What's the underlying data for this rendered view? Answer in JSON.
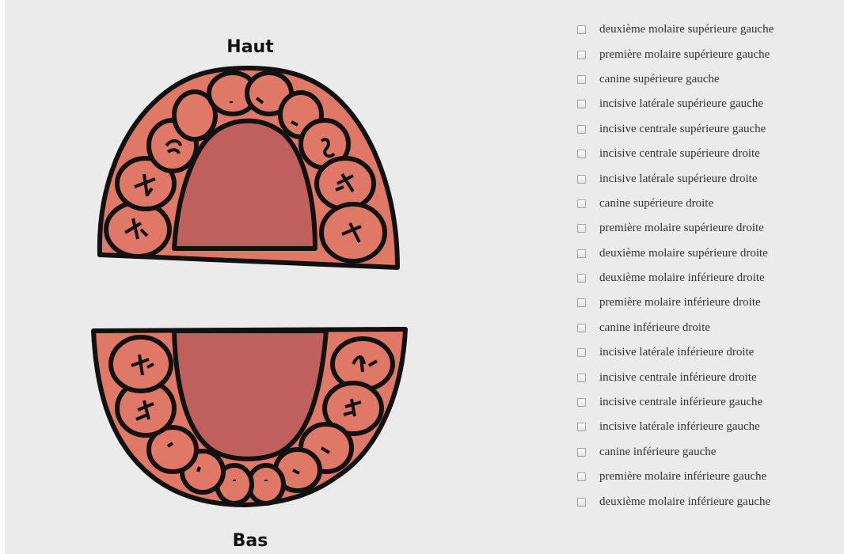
{
  "diagram": {
    "top_label": "Haut",
    "bottom_label": "Bas",
    "colors": {
      "tooth": "#e07868",
      "gum": "#e07868",
      "palate": "#c0605c",
      "outline": "#111111",
      "background": "#ebebeb"
    }
  },
  "teeth_checklist": [
    {
      "label": "deuxième molaire supérieure gauche",
      "checked": false
    },
    {
      "label": "première molaire supérieure gauche",
      "checked": false
    },
    {
      "label": "canine supérieure gauche",
      "checked": false
    },
    {
      "label": "incisive latérale supérieure gauche",
      "checked": false
    },
    {
      "label": "incisive centrale supérieure gauche",
      "checked": false
    },
    {
      "label": "incisive centrale supérieure droite",
      "checked": false
    },
    {
      "label": "incisive latérale supérieure droite",
      "checked": false
    },
    {
      "label": "canine supérieure droite",
      "checked": false
    },
    {
      "label": "première molaire supérieure droite",
      "checked": false
    },
    {
      "label": "deuxième molaire supérieure droite",
      "checked": false
    },
    {
      "label": "deuxième molaire inférieure droite",
      "checked": false
    },
    {
      "label": "première molaire inférieure droite",
      "checked": false
    },
    {
      "label": "canine inférieure droite",
      "checked": false
    },
    {
      "label": "incisive latérale inférieure droite",
      "checked": false
    },
    {
      "label": "incisive centrale inférieure droite",
      "checked": false
    },
    {
      "label": "incisive centrale inférieure gauche",
      "checked": false
    },
    {
      "label": "incisive latérale inférieure gauche",
      "checked": false
    },
    {
      "label": "canine inférieure gauche",
      "checked": false
    },
    {
      "label": "première molaire inférieure gauche",
      "checked": false
    },
    {
      "label": "deuxième molaire inférieure gauche",
      "checked": false
    }
  ]
}
